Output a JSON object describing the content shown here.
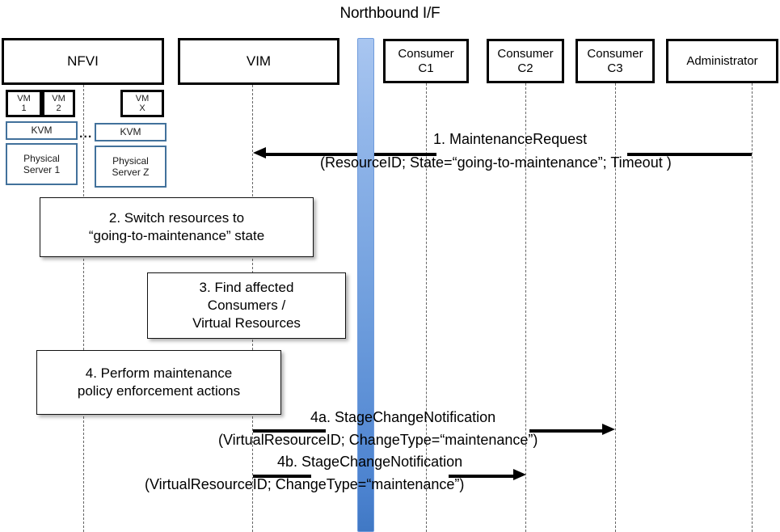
{
  "diagram": {
    "title": "Northbound I/F",
    "type": "sequence-diagram"
  },
  "actors": [
    {
      "id": "nfvi",
      "label": "NFVI"
    },
    {
      "id": "vim",
      "label": "VIM"
    },
    {
      "id": "c1",
      "label": "Consumer\nC1",
      "line1": "Consumer",
      "line2": "C1"
    },
    {
      "id": "c2",
      "label": "Consumer\nC2",
      "line1": "Consumer",
      "line2": "C2"
    },
    {
      "id": "c3",
      "label": "Consumer\nC3",
      "line1": "Consumer",
      "line2": "C3"
    },
    {
      "id": "admin",
      "label": "Administrator"
    }
  ],
  "nfvi_internals": {
    "vms": [
      {
        "line1": "VM",
        "line2": "1"
      },
      {
        "line1": "VM",
        "line2": "2"
      },
      {
        "line1": "VM",
        "line2": "X"
      }
    ],
    "hypervisors": [
      {
        "label": "KVM"
      },
      {
        "label": "KVM"
      }
    ],
    "servers": [
      {
        "line1": "Physical",
        "line2": "Server 1"
      },
      {
        "line1": "Physical",
        "line2": "Server Z"
      }
    ],
    "ellipsis": "..."
  },
  "steps": [
    {
      "id": "step2",
      "line1": "2. Switch resources to",
      "line2": "“going-to-maintenance” state"
    },
    {
      "id": "step3",
      "line1": "3. Find affected",
      "line2": "Consumers /",
      "line3": "Virtual Resources"
    },
    {
      "id": "step4",
      "line1": "4. Perform maintenance",
      "line2": "policy enforcement actions"
    }
  ],
  "messages": [
    {
      "id": "msg1",
      "number": "1.",
      "name": "MaintenanceRequest",
      "label": "1.   MaintenanceRequest",
      "params": "(ResourceID; State=“going-to-maintenance”; Timeout )",
      "from": "admin",
      "to": "vim",
      "direction": "left"
    },
    {
      "id": "msg4a",
      "number": "4a.",
      "name": "StageChangeNotification",
      "label": "4a. StageChangeNotification",
      "params": "(VirtualResourceID; ChangeType=“maintenance”)",
      "from": "vim",
      "to": "c3",
      "direction": "right"
    },
    {
      "id": "msg4b",
      "number": "4b.",
      "name": "StageChangeNotification",
      "label": "4b. StageChangeNotification",
      "params": "(VirtualResourceID; ChangeType=“maintenance”)",
      "from": "vim",
      "to": "c2",
      "direction": "right"
    }
  ],
  "colors": {
    "nb_bar_top": "#a9c6f0",
    "nb_bar_bottom": "#4078c4",
    "box_border": "#000000",
    "blue_box_border": "#42719b",
    "background": "#ffffff",
    "lifeline": "#666666"
  }
}
